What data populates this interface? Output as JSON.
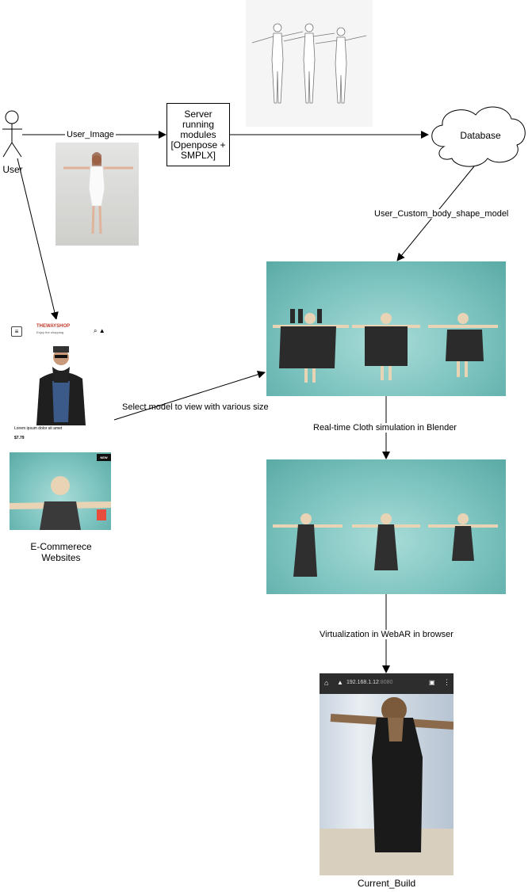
{
  "actor": {
    "label": "User"
  },
  "server": {
    "label": "Server\nrunning\nmodules\n[Openpose +\nSMPLX]"
  },
  "database": {
    "label": "Database"
  },
  "edges": {
    "user_image": "User_Image",
    "custom_body": "User_Custom_body_shape_model",
    "select_model": "Select model to view with various size",
    "cloth_sim": "Real-time Cloth simulation in Blender",
    "webar": "Virtualization in WebAR in browser"
  },
  "ecommerce": {
    "caption": "E-Commerece\nWebsites",
    "logo_text": "THEWAYSHOP",
    "logo_sub": "Enjoy the shopping",
    "product_name": "Lorem ipsum dolor sit amet",
    "price": "$7.79",
    "badge": "NEW"
  },
  "phone": {
    "url_main": "192.168.1.12",
    "url_port": ":8080",
    "caption": "Current_Build"
  },
  "colors": {
    "teal": "#7cc3bf",
    "line": "#000000"
  }
}
